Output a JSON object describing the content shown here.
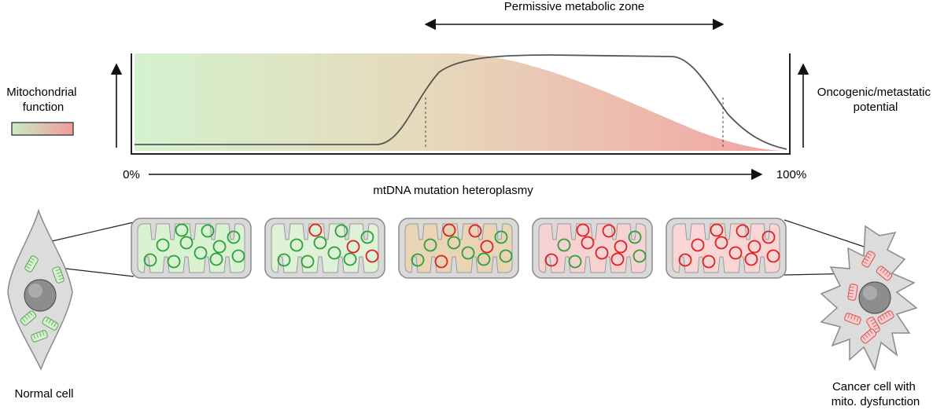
{
  "labels": {
    "zone": "Permissive metabolic zone",
    "left_axis": [
      "Mitochondrial",
      "function"
    ],
    "right_axis": [
      "Oncogenic/metastatic",
      "potential"
    ],
    "x_start": "0%",
    "x_end": "100%",
    "x_axis": "mtDNA mutation heteroplasmy",
    "normal_cell": "Normal cell",
    "cancer_cell": [
      "Cancer cell with",
      "mito. dysfunction"
    ]
  },
  "colors": {
    "functional": "#c8ecc4",
    "dysfunctional": "#f09a9a",
    "wildtype_mtdna": "#2aa13a",
    "mutant_mtdna": "#e02020",
    "cell_fill": "#d9d9d9",
    "membrane": "#8a8a8a",
    "curve": "#555555"
  },
  "mitochondria": [
    {
      "tint": "#d9f3d2",
      "mtdna": [
        "wt",
        "wt",
        "wt",
        "wt",
        "wt",
        "wt",
        "wt",
        "wt",
        "wt",
        "wt",
        "wt"
      ]
    },
    {
      "tint": "#dff1d6",
      "mtdna": [
        "mut",
        "wt",
        "wt",
        "wt",
        "wt",
        "mut",
        "wt",
        "wt",
        "wt",
        "wt",
        "mut"
      ]
    },
    {
      "tint": "#ead4b6",
      "mtdna": [
        "mut",
        "mut",
        "wt",
        "wt",
        "wt",
        "mut",
        "wt",
        "mut",
        "wt",
        "wt",
        "wt"
      ]
    },
    {
      "tint": "#f7d2d2",
      "mtdna": [
        "mut",
        "mut",
        "wt",
        "wt",
        "mut",
        "mut",
        "mut",
        "wt",
        "mut",
        "mut",
        "wt"
      ]
    },
    {
      "tint": "#f9d6d6",
      "mtdna": [
        "mut",
        "mut",
        "mut",
        "mut",
        "mut",
        "mut",
        "mut",
        "mut",
        "mut",
        "mut",
        "mut"
      ]
    }
  ]
}
